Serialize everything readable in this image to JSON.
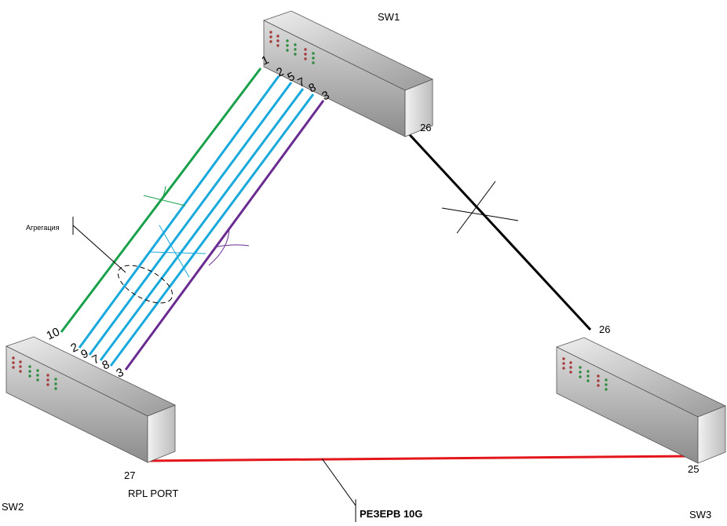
{
  "switches": {
    "sw1": {
      "name": "SW1"
    },
    "sw2": {
      "name": "SW2"
    },
    "sw3": {
      "name": "SW3"
    }
  },
  "ports": {
    "sw1_top": [
      "1",
      "2",
      "5",
      "7",
      "8",
      "3"
    ],
    "sw1_ring": "26",
    "sw2_bottom": [
      "10",
      "2",
      "9",
      "7",
      "8",
      "3"
    ],
    "sw2_ring": "27",
    "sw3_top": "26",
    "sw3_ring": "25"
  },
  "labels": {
    "aggregation": "Агрегация",
    "rpl_port": "RPL PORT",
    "reserve": "РЕЗЕРВ 10G"
  },
  "colors": {
    "green_link": "#1aa04a",
    "blue_link": "#19a9dc",
    "purple_link": "#6a2c91",
    "ring_link": "#000000",
    "rpl_link": "#e3161b"
  }
}
